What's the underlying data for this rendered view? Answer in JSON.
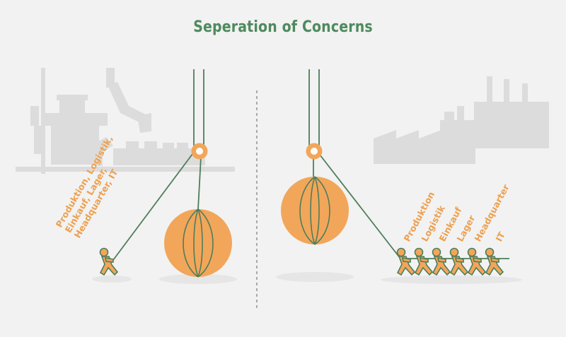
{
  "title": "Seperation of Concerns",
  "colors": {
    "title": "#4e8a5e",
    "rope": "#4e7d5a",
    "ball": "#f2a65a",
    "label": "#eea04f",
    "background": "#f2f2f2",
    "industry_silhouette": "#dcdcdc",
    "ground_shadow": "#e6e6e6",
    "divider": "#8a8a8a"
  },
  "left_scene": {
    "background_icon": "factory-machinery-silhouette",
    "label_lines": [
      "Produktion, Logistik,",
      "Einkauf, Lager,",
      "Headquarter, IT"
    ],
    "workers": 1
  },
  "right_scene": {
    "background_icon": "factory-building-silhouette",
    "worker_labels": [
      "Produktion",
      "Logistik",
      "Einkauf",
      "Lager",
      "Headquarter",
      "IT"
    ],
    "workers": 6
  }
}
